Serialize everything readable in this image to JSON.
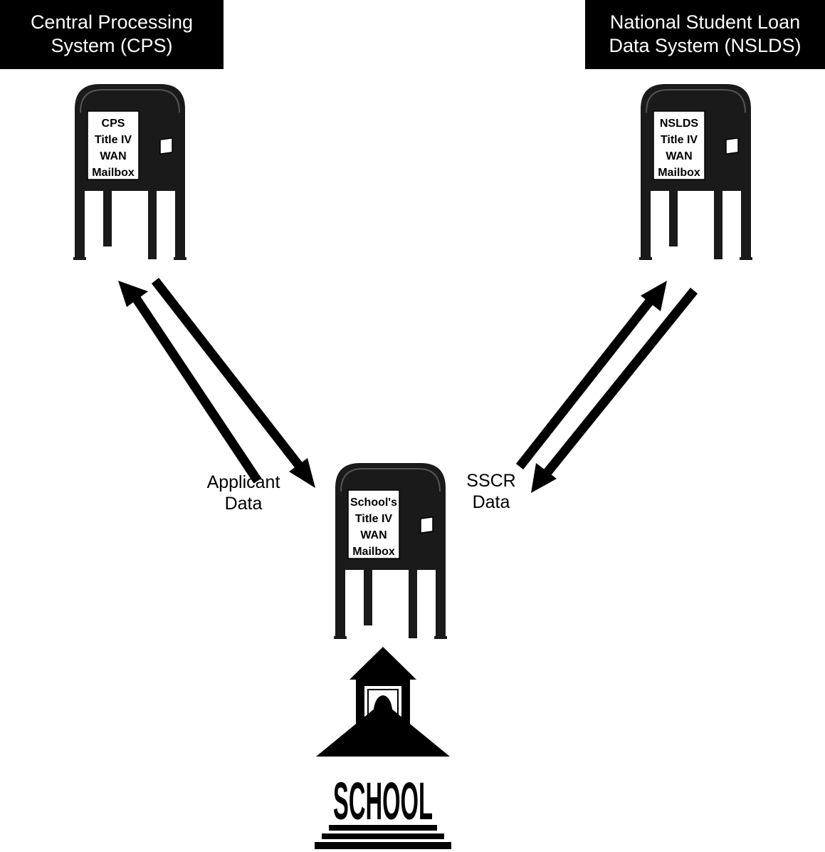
{
  "titles": {
    "cps": [
      "Central Processing",
      "System (CPS)"
    ],
    "nslds": [
      "National Student Loan",
      "Data System (NSLDS)"
    ]
  },
  "mailboxes": {
    "cps": [
      "CPS",
      "Title IV",
      "WAN",
      "Mailbox"
    ],
    "nslds": [
      "NSLDS",
      "Title IV",
      "WAN",
      "Mailbox"
    ],
    "school": [
      "School's",
      "Title IV",
      "WAN",
      "Mailbox"
    ]
  },
  "flows": {
    "applicant": [
      "Applicant",
      "Data"
    ],
    "sscr": [
      "SSCR",
      "Data"
    ]
  },
  "school_sign": "SCHOOL",
  "colors": {
    "ink": "#000000",
    "paper": "#ffffff",
    "mailbox_body": "#1a1a1a"
  }
}
